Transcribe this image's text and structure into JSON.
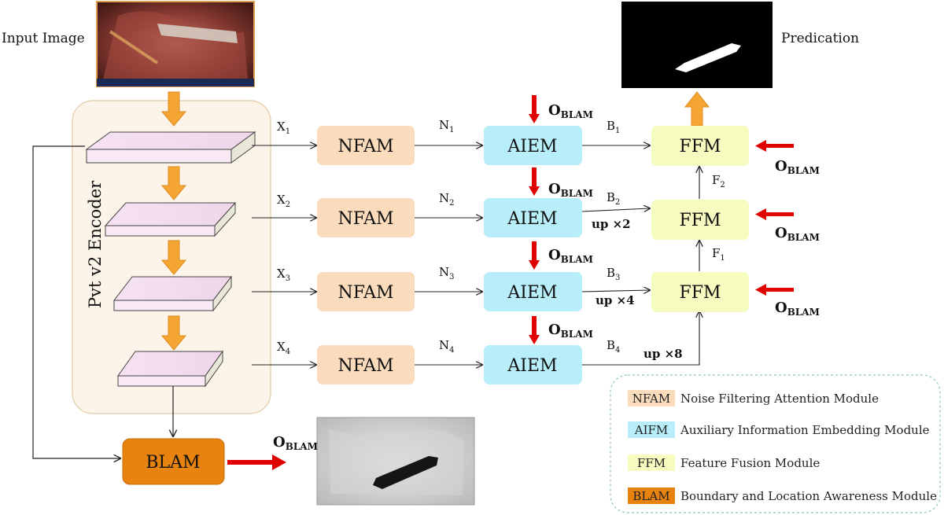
{
  "labels": {
    "input_image": "Input Image",
    "prediction": "Predication",
    "encoder": "Pvt v2 Encoder"
  },
  "modules": {
    "nfam": "NFAM",
    "aiem": "AIEM",
    "ffm": "FFM",
    "blam": "BLAM"
  },
  "vars": {
    "x": [
      "X",
      "X",
      "X",
      "X"
    ],
    "n": [
      "N",
      "N",
      "N",
      "N"
    ],
    "b": [
      "B",
      "B",
      "B",
      "B"
    ],
    "f": [
      "F",
      "F"
    ],
    "subs": [
      "1",
      "2",
      "3",
      "4"
    ]
  },
  "oblam": {
    "base": "O",
    "sub": "BLAM"
  },
  "upsample": [
    "up ×2",
    "up ×4",
    "up ×8"
  ],
  "legend": [
    {
      "abbr": "NFAM",
      "desc": "Noise Filtering Attention Module",
      "color": "#fadcbd"
    },
    {
      "abbr": "AIFM",
      "desc": "Auxiliary Information Embedding Module",
      "color": "#b7eefa"
    },
    {
      "abbr": "FFM",
      "desc": "Feature Fusion Module",
      "color": "#f6fbc0"
    },
    {
      "abbr": "BLAM",
      "desc": "Boundary and Location Awareness Module",
      "color": "#e8830f"
    }
  ],
  "colors": {
    "nfam": "#fadcbd",
    "aiem": "#b7eefa",
    "ffm": "#f6fbc0",
    "blam": "#e8830f",
    "encoder_bg": "#fdf4e9",
    "red_arrow": "#e00000",
    "orange_arrow": "#f4a532"
  }
}
